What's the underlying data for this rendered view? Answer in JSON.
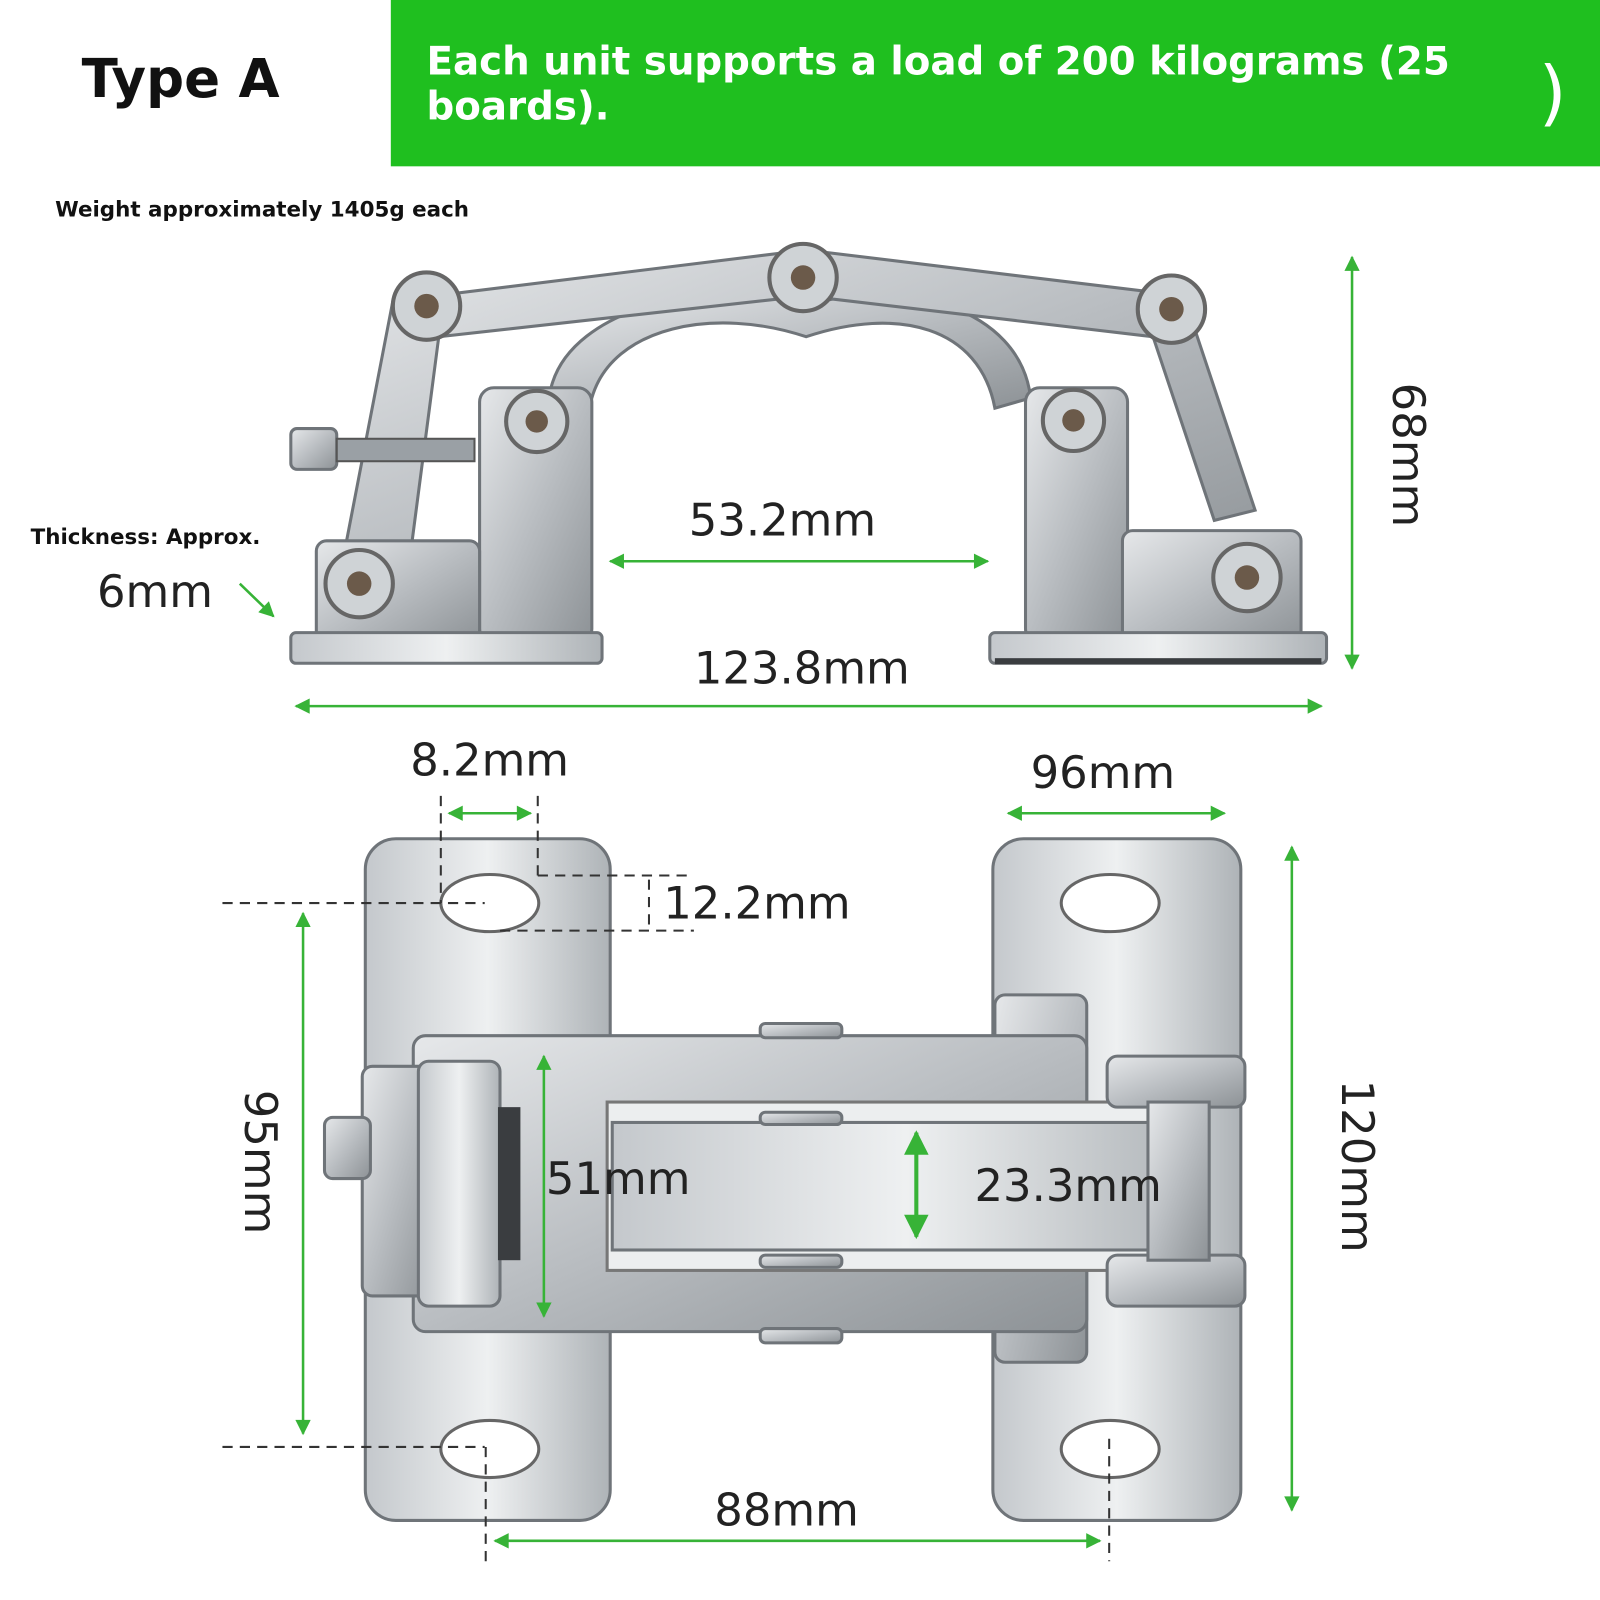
{
  "header": {
    "type_label": "Type A",
    "banner_text_line1": "Each unit supports a load of 200 kilograms (25",
    "banner_text_line2": "boards).",
    "banner_paren": ")",
    "banner_color": "#1fbf1f"
  },
  "weight_note": "Weight approximately 1405g each",
  "thickness_label": "Thickness: Approx.",
  "dimensions": {
    "thickness": "6mm",
    "inner_gap": "53.2mm",
    "overall_width": "123.8mm",
    "height": "68mm",
    "hole_width": "8.2mm",
    "plate_span": "96mm",
    "hole_height": "12.2mm",
    "hole_spacing_vertical": "95mm",
    "link_height": "51mm",
    "slot_height": "23.3mm",
    "plate_length": "120mm",
    "hole_spacing_horizontal": "88mm"
  },
  "arrow_color": "#37b337"
}
